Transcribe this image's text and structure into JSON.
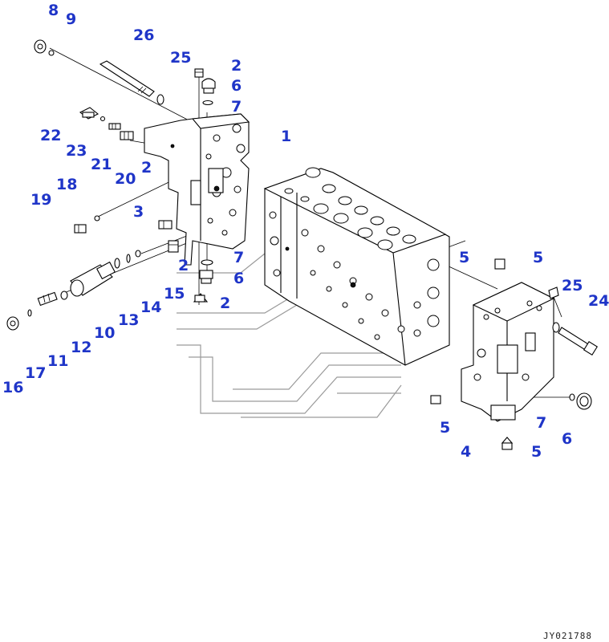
{
  "diagram": {
    "drawing_id": "JY021788",
    "colors": {
      "callout": "#1f35c8",
      "line": "#000000",
      "watermark": "#9a9a9a"
    },
    "callouts": [
      {
        "id": "c8",
        "text": "8"
      },
      {
        "id": "c9",
        "text": "9"
      },
      {
        "id": "c26",
        "text": "26"
      },
      {
        "id": "c25a",
        "text": "25"
      },
      {
        "id": "c2a",
        "text": "2"
      },
      {
        "id": "c6a",
        "text": "6"
      },
      {
        "id": "c7a",
        "text": "7"
      },
      {
        "id": "c22",
        "text": "22"
      },
      {
        "id": "c23",
        "text": "23"
      },
      {
        "id": "c21",
        "text": "21"
      },
      {
        "id": "c20",
        "text": "20"
      },
      {
        "id": "c2b",
        "text": "2"
      },
      {
        "id": "c1",
        "text": "1"
      },
      {
        "id": "c19",
        "text": "19"
      },
      {
        "id": "c18",
        "text": "18"
      },
      {
        "id": "c3",
        "text": "3"
      },
      {
        "id": "c2c",
        "text": "2"
      },
      {
        "id": "c7b",
        "text": "7"
      },
      {
        "id": "c6b",
        "text": "6"
      },
      {
        "id": "c2d",
        "text": "2"
      },
      {
        "id": "c15",
        "text": "15"
      },
      {
        "id": "c14",
        "text": "14"
      },
      {
        "id": "c13",
        "text": "13"
      },
      {
        "id": "c10",
        "text": "10"
      },
      {
        "id": "c12",
        "text": "12"
      },
      {
        "id": "c11",
        "text": "11"
      },
      {
        "id": "c17",
        "text": "17"
      },
      {
        "id": "c16",
        "text": "16"
      },
      {
        "id": "c5a",
        "text": "5"
      },
      {
        "id": "c5b",
        "text": "5"
      },
      {
        "id": "c25b",
        "text": "25"
      },
      {
        "id": "c24",
        "text": "24"
      },
      {
        "id": "c5c",
        "text": "5"
      },
      {
        "id": "c7c",
        "text": "7"
      },
      {
        "id": "c6c",
        "text": "6"
      },
      {
        "id": "c4",
        "text": "4"
      },
      {
        "id": "c5d",
        "text": "5"
      }
    ]
  }
}
